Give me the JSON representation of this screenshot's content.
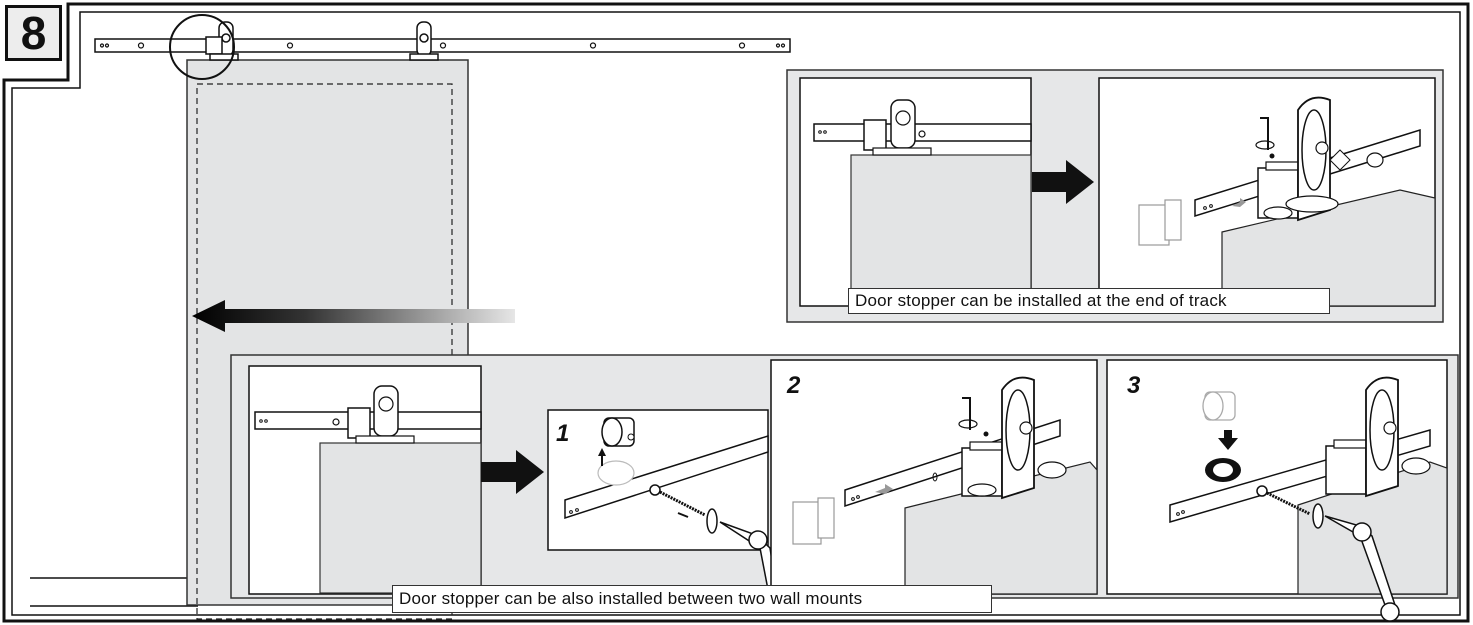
{
  "step": {
    "number": "8"
  },
  "captions": {
    "end_of_track": "Door stopper can be installed at the end of track",
    "between_mounts": "Door stopper can be also installed between two wall mounts"
  },
  "sub_steps": [
    "1",
    "2",
    "3"
  ],
  "colors": {
    "panel_bg": "#e6e7e8",
    "door_fill": "#e3e4e5",
    "line": "#1a1a1a",
    "ghost": "#a0a0a0"
  },
  "icons": [
    "arrow-left-gradient-icon",
    "arrow-right-icon",
    "arrow-up-icon",
    "arrow-down-icon",
    "wrench-icon",
    "rotate-icon"
  ]
}
